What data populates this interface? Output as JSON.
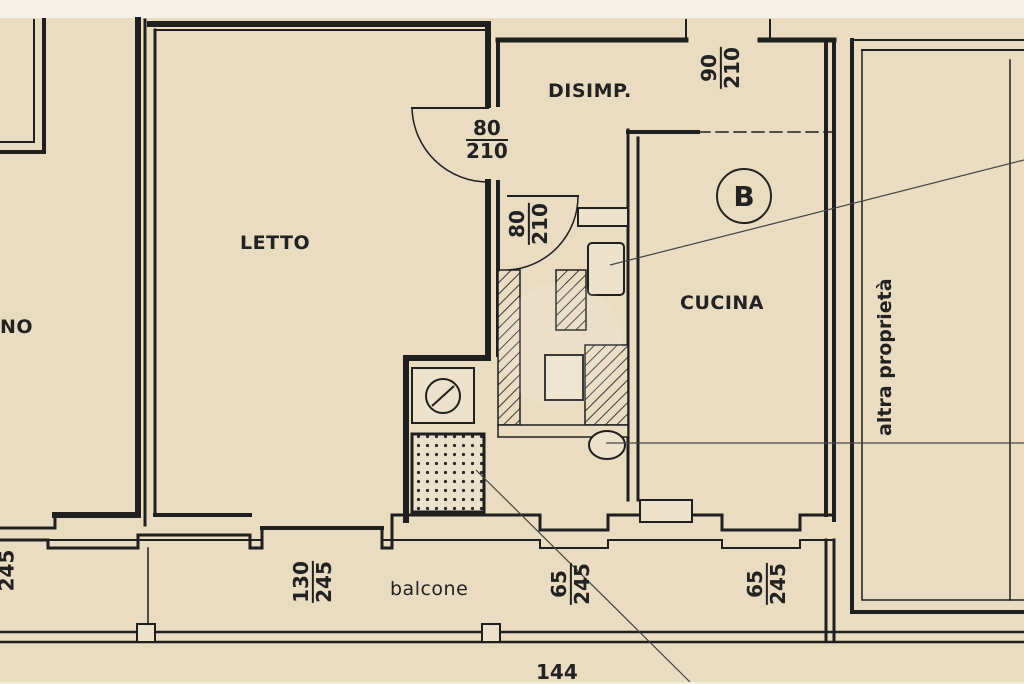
{
  "plan": {
    "rooms": {
      "letto": "LETTO",
      "disimp": "DISIMP.",
      "cucina": "CUCINA",
      "partial_left": "NO",
      "balcone": "balcone",
      "other_property": "altra proprietà"
    },
    "unit_badge": "B",
    "doors": {
      "letto_door": {
        "width": "80",
        "height": "210"
      },
      "bath_door": {
        "width": "80",
        "height": "210"
      },
      "entrance_door": {
        "width": "90",
        "height": "210"
      }
    },
    "windows": {
      "far_left": {
        "height": "245"
      },
      "letto_window": {
        "width": "130",
        "height": "245"
      },
      "bath_window": {
        "width": "65",
        "height": "245"
      },
      "cucina_window": {
        "width": "65",
        "height": "245"
      }
    },
    "bottom_dimension": "144",
    "colors": {
      "paper": "#e9dcc0",
      "wall": "#1f1f1f",
      "hatch": "#3a3a3a"
    }
  }
}
